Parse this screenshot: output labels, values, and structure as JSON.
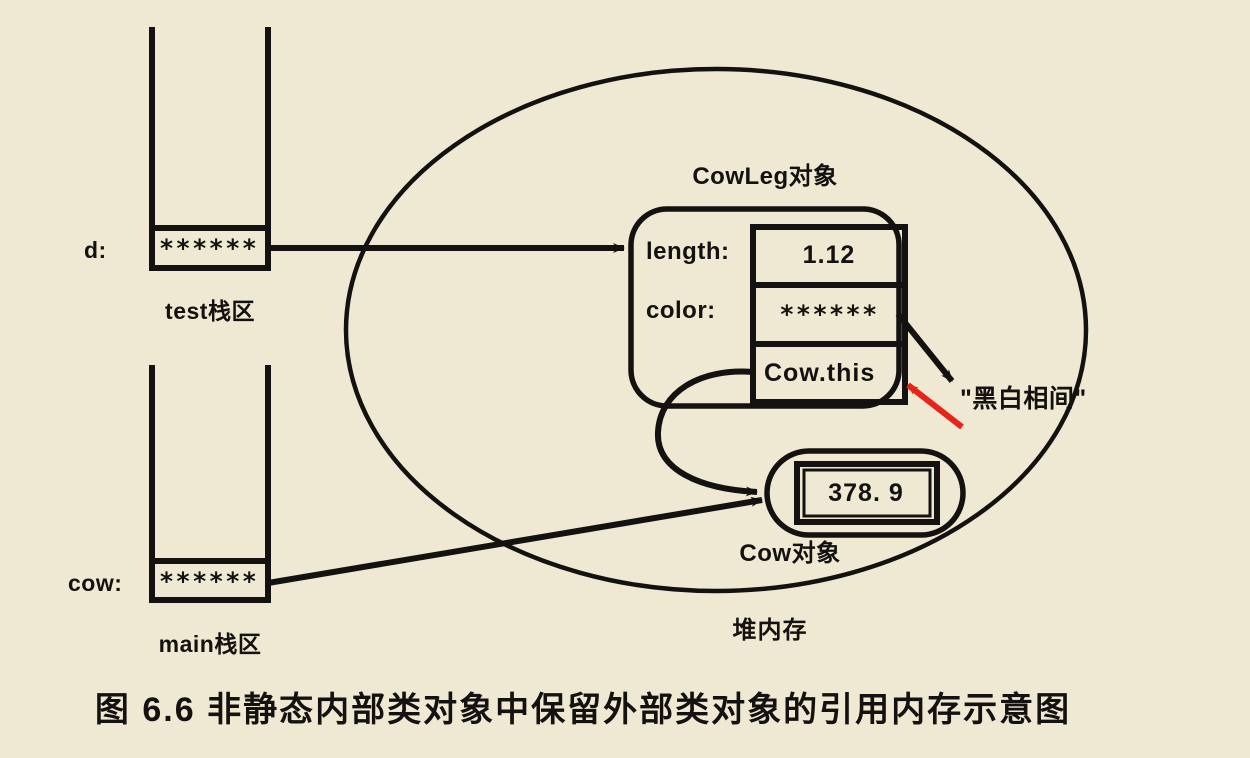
{
  "figure": {
    "caption": "图 6.6   非静态内部类对象中保留外部类对象的引用内存示意图",
    "background_color": "#efe9d3",
    "ink_color": "#141210",
    "accent_color": "#e8231a"
  },
  "stacks": [
    {
      "id": "test-stack",
      "name": "test栈区",
      "variable_label": "d:",
      "slot_value": "******"
    },
    {
      "id": "main-stack",
      "name": "main栈区",
      "variable_label": "cow:",
      "slot_value": "******"
    }
  ],
  "heap": {
    "label": "堆内存",
    "objects": [
      {
        "id": "cowleg-object",
        "title": "CowLeg对象",
        "fields": [
          {
            "name": "length:",
            "value": "1.12"
          },
          {
            "name": "color:",
            "value": "******"
          },
          {
            "name": "",
            "value": "Cow.this"
          }
        ]
      },
      {
        "id": "cow-object",
        "title": "Cow对象",
        "value": "378. 9"
      }
    ],
    "string_literal": "\"黑白相间\""
  },
  "icons": {
    "arrow_head": "arrow-head-icon",
    "red_pointer": "red-arrow-icon"
  }
}
